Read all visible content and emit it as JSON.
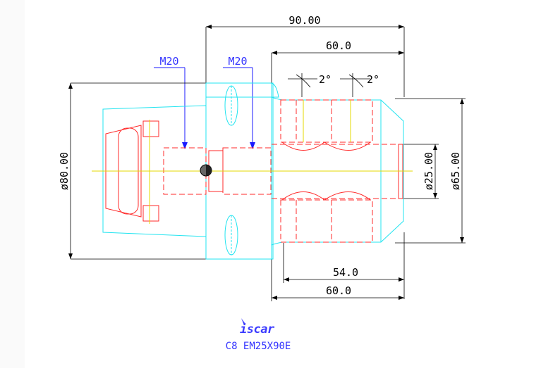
{
  "dimensions": {
    "overall_length": "90.00",
    "collet_length_top": "60.0",
    "thread_label_1": "M20",
    "thread_label_2": "M20",
    "angle_1": "2°",
    "angle_2": "2°",
    "flange_diameter": "ø80.00",
    "bore_diameter": "ø25.00",
    "nose_diameter": "ø65.00",
    "length_54": "54.0",
    "length_60_bottom": "60.0"
  },
  "title_block": {
    "brand_logo_text": "iscar",
    "part_number": "C8 EM25X90E"
  },
  "colors": {
    "dimension": "#000000",
    "outline": "#22e4f0",
    "hidden": "#ff2a2a",
    "centerline": "#e6d800",
    "callout": "#3333ff"
  }
}
